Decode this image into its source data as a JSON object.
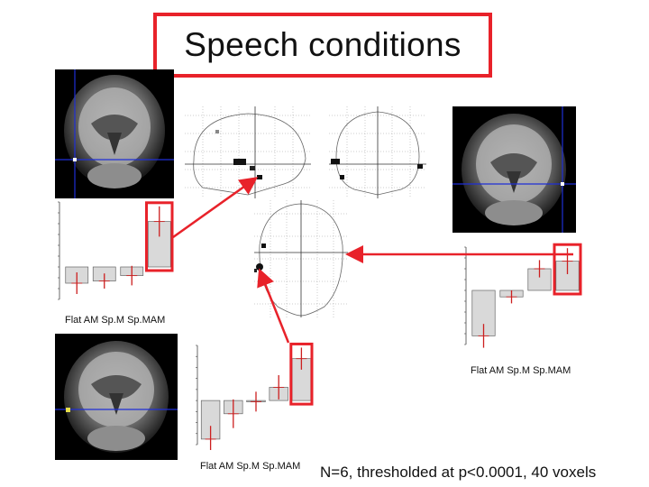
{
  "title": "Speech conditions",
  "footer_note": "N=6, thresholded at p<0.0001, 40 voxels",
  "condition_labels": "Flat  AM  Sp.M Sp.MAM",
  "colors": {
    "highlight": "#e8222a",
    "bar_fill": "#d9d9d9",
    "crosshair": "#1f2fd6",
    "error_bar": "#cc1f1f"
  },
  "chart_data": [
    {
      "type": "bar",
      "categories": [
        "Flat",
        "AM",
        "Sp.M",
        "Sp.MAM"
      ],
      "values": [
        -1.5,
        -1.3,
        -0.8,
        4.2
      ],
      "errors": [
        1.0,
        0.7,
        0.9,
        1.4
      ],
      "ylim": [
        -3,
        6
      ],
      "highlight_category": "Sp.MAM"
    },
    {
      "type": "bar",
      "categories": [
        "Flat",
        "AM",
        "Sp.M",
        "Sp.MAM"
      ],
      "values": [
        -4.2,
        -0.6,
        2.0,
        2.7
      ],
      "errors": [
        1.1,
        0.6,
        0.8,
        1.2
      ],
      "ylim": [
        -5,
        4
      ],
      "highlight_category": "Sp.MAM"
    },
    {
      "type": "bar",
      "categories": [
        "Flat",
        "AM",
        "Sp.M",
        "Sp.MAM"
      ],
      "values": [
        -3.5,
        -1.2,
        -0.1,
        1.2,
        3.8
      ],
      "errors": [
        1.2,
        1.3,
        0.9,
        1.1,
        1.0
      ],
      "ylim": [
        -4,
        5
      ],
      "highlight_category": "Sp.MAM"
    }
  ]
}
